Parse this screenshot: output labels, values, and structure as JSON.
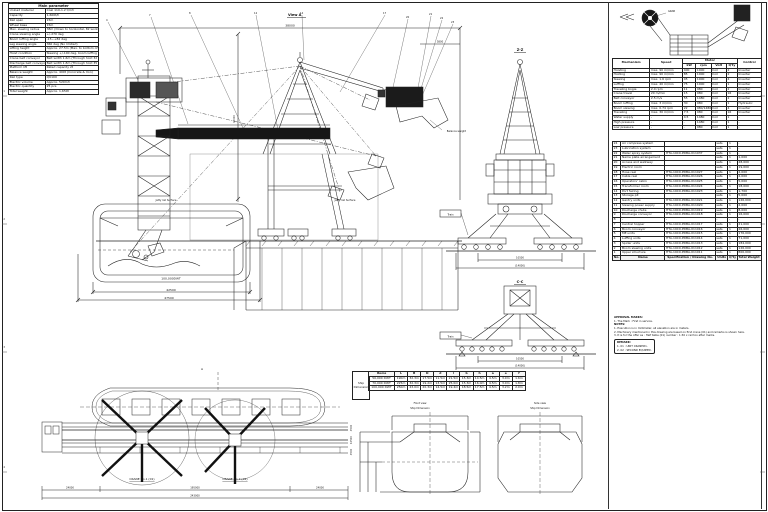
{
  "drawing": {
    "frame": {
      "z1": "1",
      "z2": "2",
      "z3": "3",
      "z4": "4"
    },
    "spec_table": {
      "title": "Main parameter",
      "rows": [
        [
          "Unload material",
          "Coal 110-1.2 t/m3"
        ],
        [
          "Capacity",
          "1,600t/h"
        ],
        [
          "Rail span",
          "15m"
        ],
        [
          "Wheel base",
          "15m"
        ],
        [
          "Max. slewing radius",
          "38m (Down to horizontal, 82 works)"
        ],
        [
          "Crane slewing angle",
          "+/-270 deg"
        ],
        [
          "Boom luffing angle",
          "-15~+82 deg"
        ],
        [
          "Leg slewing angle",
          "360 deg (No limited)"
        ],
        [
          "Lifting height",
          "Approx. 27.5m (Max. to bottom of hatch)"
        ],
        [
          "Hoist condition",
          "Slewing +/-100 deg, boom luffing 82 deg"
        ],
        [
          "Crane belt conveyor",
          "Belt width 1.6m (Through hold 32 deg)"
        ],
        [
          "Discharge belt conveyor",
          "Belt width 1.8m (Through hold 35 deg)"
        ],
        [
          "Platform lift",
          "Rated capacity 2t"
        ],
        [
          "Balance weight",
          "Approx. 400t (Concrete & Iron)"
        ],
        [
          "Rail type",
          "QU100"
        ],
        [
          "Electric volume",
          "Approx. 520m3"
        ],
        [
          "Electric quantity",
          "25 pcs"
        ],
        [
          "Total weight",
          "Approx. 1,650t"
        ]
      ]
    },
    "mech_table": {
      "col_mechanism": "Mechanism",
      "col_speed": "Speed",
      "col_motor": "Motor",
      "col_kw": "kW",
      "col_rpm": "rpm",
      "col_volt": "Volt",
      "col_qty": "Q'ty",
      "col_control": "Control",
      "rows": [
        [
          "Hoisting",
          "max. 90 m/min",
          "400",
          "1000",
          "Coil",
          "2",
          "Inverter"
        ],
        [
          "Holding",
          "max. 90 m/min",
          "85",
          "1000",
          "Coil",
          "2",
          "Inverter"
        ],
        [
          "Slewing",
          "max. 1.6 rpm",
          "45",
          "1000",
          "Coil",
          "4",
          "Inverter"
        ],
        [
          "Luffing",
          "max. 40 m/min",
          "75",
          "1000",
          "Coil",
          "1",
          "Inverter"
        ],
        [
          "Traveling bogie",
          "2.0 rpm",
          "11",
          "980",
          "Coil",
          "2",
          "Inverter"
        ],
        [
          "Crane travel",
          "20 m/min",
          "15",
          "980",
          "Coil",
          "16",
          "Inverter"
        ],
        [
          "Belt conveyor",
          "2.5 m/s",
          "55",
          "1480",
          "Coil",
          "2",
          "Inverter"
        ],
        [
          "Boom luffing",
          "max. 3 m/min",
          "30",
          "980",
          "Coil",
          "1",
          "Hydraulic"
        ],
        [
          "Boom slewing",
          "max. 0.74 rpm",
          "22",
          "980/1480",
          "Coil",
          "4",
          "Inverter"
        ],
        [
          "Traveling",
          "max. 30 m/min",
          "7.5",
          "980",
          "Coil",
          "16",
          "Inverter"
        ],
        [
          "Water supply",
          "-",
          "4.5",
          "1480",
          "Coil",
          "1",
          "-"
        ],
        [
          "High pressure",
          "-",
          "-",
          "1480",
          "Coil",
          "1",
          "-"
        ],
        [
          "Low pressure",
          "-",
          "-",
          "980",
          "Coil",
          "1",
          "-"
        ]
      ]
    },
    "parts_list": {
      "rows": [
        [
          "24",
          "Air compress system",
          "",
          "sets",
          "1",
          "-"
        ],
        [
          "23",
          "Lubrication system",
          "",
          "sets",
          "1",
          "-"
        ],
        [
          "22",
          "Water spray system",
          "HTA-19C0-PDBA-011037",
          "sets",
          "1",
          "-"
        ],
        [
          "21",
          "Name plate arrangement",
          "",
          "sets",
          "1",
          "1,000"
        ],
        [
          "20",
          "Access and walkway",
          "",
          "sets",
          "1",
          "48,000"
        ],
        [
          "19",
          "Electric room",
          "",
          "sets",
          "1",
          "19,000"
        ],
        [
          "18",
          "Hose reel",
          "HTA-19C0-PDBA-011027",
          "sets",
          "1",
          "2,000"
        ],
        [
          "17",
          "Cable reel",
          "HTA-19C0-PDBA-011026",
          "sets",
          "1",
          "2,000"
        ],
        [
          "16",
          "Operators' cabin",
          "HTA-19C0-PDBA-011025",
          "sets",
          "1",
          "5,000"
        ],
        [
          "15",
          "Transformer room",
          "HTA-19C0-PDBA-011024",
          "sets",
          "1",
          "18,000"
        ],
        [
          "14",
          "Port fairing",
          "HTA-19C0-PDBA-011023",
          "sets",
          "1",
          "1,700"
        ],
        [
          "13",
          "Storage pit",
          "",
          "sets",
          "1",
          "5,000"
        ],
        [
          "12",
          "Gantry units",
          "HTA-19C0-PDBA-011021",
          "sets",
          "1",
          "126,000"
        ],
        [
          "11",
          "Slewing power supply",
          "HTA-19C0-PDBA-011020",
          "sets",
          "1",
          "2,000"
        ],
        [
          "10",
          "Discharge chute",
          "HTA-19C0-PDBA-011019",
          "sets",
          "1",
          "8,000"
        ],
        [
          "9",
          "Discharge conveyor",
          "HTA-19C0-PDBA-011018",
          "sets",
          "1",
          "16,000"
        ],
        [
          "8",
          "-",
          "-",
          "-",
          "-",
          "-"
        ],
        [
          "7",
          "Central hopper",
          "HTA-19C0-PDBA-011017",
          "sets",
          "1",
          "21,000"
        ],
        [
          "6",
          "Boom conveyor",
          "HTA-19C0-PDBA-011016",
          "sets",
          "1",
          "26,000"
        ],
        [
          "5",
          "ME units",
          "HTA-19C0-PDBA-011015",
          "sets",
          "1",
          "176,000"
        ],
        [
          "4",
          "Luffing units",
          "HTA-19C0-PDBA-011014",
          "sets",
          "1",
          "71,000"
        ],
        [
          "3",
          "Spider units",
          "HTA-19C0-PDBA-011013",
          "sets",
          "1",
          "184,000"
        ],
        [
          "2",
          "Boom slewing units",
          "HTA-19C0-PDBA-011012",
          "sets",
          "1",
          "126,000"
        ],
        [
          "1",
          "Upper structure",
          "HTA-19C0-PDBA-011011",
          "sets",
          "1",
          "800,000"
        ]
      ],
      "footer": [
        [
          "No.",
          "Name",
          "Specification / Drawing No.",
          "Units",
          "Q'ty",
          "Total Weight (kg)"
        ]
      ]
    },
    "notes": {
      "approval_title": "APPROVAL MARKS:",
      "approval_line": "1. The Mark : First in service.",
      "notes_title": "NOTES:",
      "line1": "1. Execution is in millimeter, all elevation are in meters.",
      "line2": "2. Machinery mentioned in this drawing are based on first crane (01) and remarks is shown here.",
      "line3": "3. It is for the offer as : Half table (01) number : 1.50 x rail too after marks.",
      "remark_title": "REMARK:",
      "remark1": "1. 01 : UNIT CRANE#1.",
      "remark2": "2. 02 : SECOND EQUIPED."
    },
    "main_view": {
      "title": "View A",
      "balance_weight": "Balance weight",
      "ship_label": "100,000DWT",
      "jetty_left": "Jetty rail Surface",
      "jetty_right": "Jetty rail Surface",
      "dim_top": "38000",
      "dim_small": "5800",
      "dim_vert": "40000",
      "dim_ship": "42500",
      "dim_overall": "47500",
      "callouts": [
        "4",
        "7",
        "8",
        "12",
        "14",
        "17",
        "20",
        "21",
        "22",
        "23"
      ]
    },
    "zz_view": {
      "title": "Z-Z",
      "train": "Train",
      "dim1": "10500",
      "dim2": "(14000)"
    },
    "cc_view": {
      "title": "C-C",
      "train": "Train",
      "dim1": "10500",
      "dim2": "(14000)"
    },
    "detail": {
      "grab_label": "GRAB"
    },
    "plan_view": {
      "crane1": "CRANE No.1 (01)",
      "crane2": "CRANE No.2 (02)",
      "section_a": "A",
      "dim_left": "24000",
      "dim_mid": "195000",
      "dim_right": "24000",
      "dim_total": "243000",
      "dim_r1": "4500",
      "dim_r2": "10500",
      "dim_r3": "4500"
    },
    "ship_dim": {
      "left1": "Ship",
      "left2": "Dimension",
      "rows": [
        [
          "Items",
          "L",
          "B",
          "D",
          "d",
          "l",
          "b",
          "h",
          "a",
          "e",
          "f"
        ],
        [
          "50,000 DWT",
          "190m",
          "32.3m",
          "17.5m",
          "11.5m",
          "21.5m",
          "15.3m",
          "14.5m",
          "4.5m",
          "3.0m",
          "1.6m"
        ],
        [
          "70,000 DWT",
          "225m",
          "32.3m",
          "19.2m",
          "13.5m",
          "25.0m",
          "15.3m",
          "16.0m",
          "4.5m",
          "3.0m",
          "1.8m"
        ],
        [
          "100,000 DWT",
          "250m",
          "43.0m",
          "20.3m",
          "14.5m",
          "19.4m",
          "18.5m",
          "17.5m",
          "4.5m",
          "3.2m",
          "2.0m"
        ]
      ]
    },
    "front_view": {
      "title1": "Front view",
      "title2": "Ship Dimension"
    },
    "side_view": {
      "title1": "Side view",
      "title2": "Ship Dimension"
    }
  }
}
